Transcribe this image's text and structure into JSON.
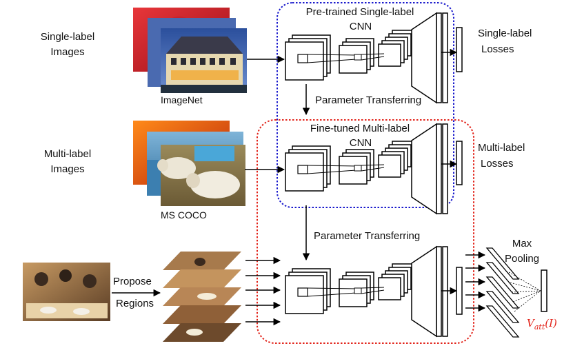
{
  "labels": {
    "single_label_images": [
      "Single-label",
      "Images"
    ],
    "multi_label_images": [
      "Multi-label",
      "Images"
    ],
    "imagenet": "ImageNet",
    "ms_coco": "MS COCO",
    "pretrained_cnn": "Pre-trained Single-label",
    "finetuned_cnn": "Fine-tuned Multi-label",
    "cnn": "CNN",
    "param_transfer": "Parameter Transferring",
    "single_losses": [
      "Single-label",
      "Losses"
    ],
    "multi_losses": [
      "Multi-label",
      "Losses"
    ],
    "propose": "Propose",
    "regions": "Regions",
    "max": "Max",
    "pooling": "Pooling",
    "v_att": "V",
    "v_att_sub": "att",
    "v_att_arg": "(I)"
  },
  "colors": {
    "blue_box": "#1a1acc",
    "red_box": "#e2231a",
    "stroke": "#000000",
    "v_att": "#e2231a"
  }
}
